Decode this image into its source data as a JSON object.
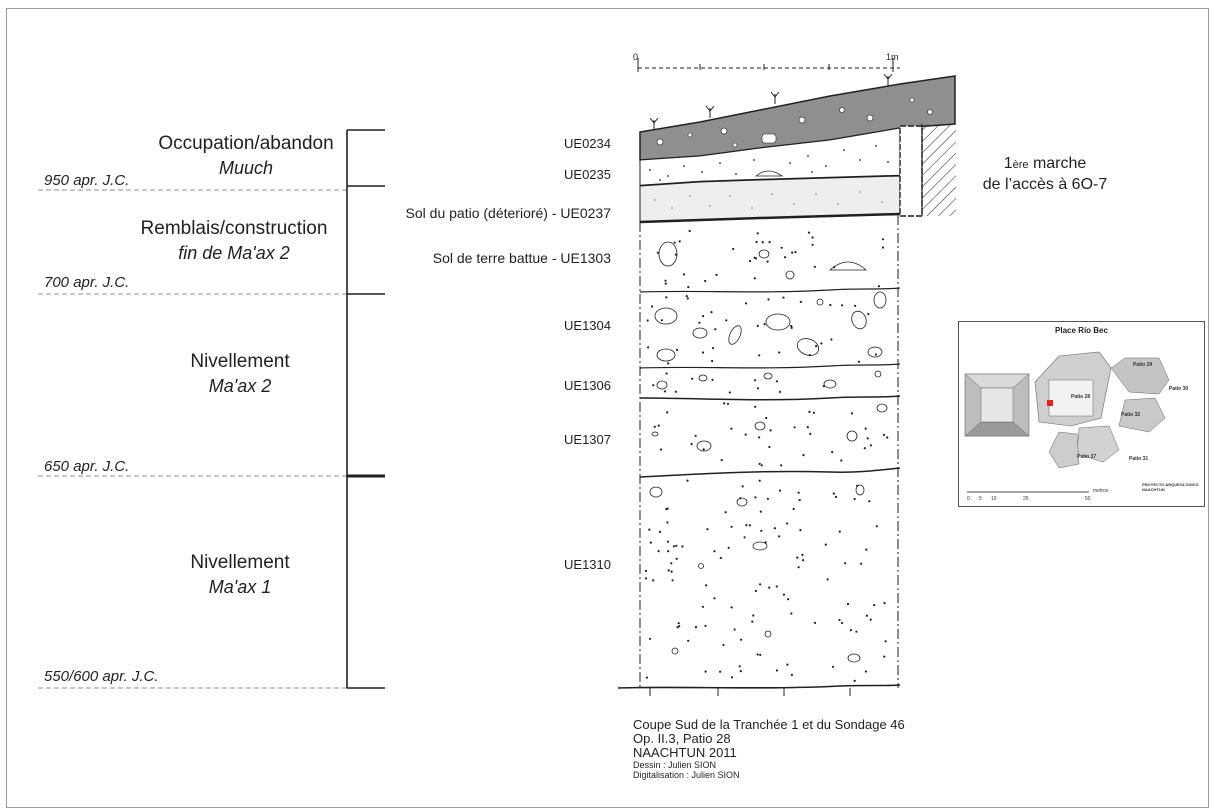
{
  "phases": [
    {
      "title": "Occupation/abandon",
      "sub": "Muuch"
    },
    {
      "title": "Remblais/construction",
      "sub": "fin de Ma'ax 2"
    },
    {
      "title": "Nivellement",
      "sub": "Ma'ax 2"
    },
    {
      "title": "Nivellement",
      "sub": "Ma'ax 1"
    }
  ],
  "dates": [
    "950 apr. J.C.",
    "700 apr. J.C.",
    "650 apr. J.C.",
    "550/600 apr. J.C."
  ],
  "layers": [
    {
      "label": "UE0234"
    },
    {
      "label": "UE0235"
    },
    {
      "label": "Sol du patio (déterioré) - UE0237"
    },
    {
      "label": "Sol de terre battue - UE1303"
    },
    {
      "label": "UE1304"
    },
    {
      "label": "UE1306"
    },
    {
      "label": "UE1307"
    },
    {
      "label": "UE1310"
    }
  ],
  "scale": {
    "start": "0",
    "end": "1m"
  },
  "step_note": {
    "num": "1",
    "sup": "ère",
    "rest": " marche",
    "line2": "de l’accès à 6O-7"
  },
  "caption": {
    "line1": "Coupe Sud de la Tranchée 1 et du Sondage 46",
    "line2": "Op. II.3, Patio 28",
    "line3": "NAACHTUN 2011",
    "line4": "Dessin : Julien SION",
    "line5": "Digitalisation : Julien SION"
  },
  "inset": {
    "title": "Place Río Bec",
    "labels": [
      "Patio 28",
      "Patio 29",
      "Patio 30",
      "Patio 31",
      "Patio 32",
      "Patio 37"
    ],
    "footer": "PROYECTO ARQUEOLÓGICO NAACHTUN",
    "scale_labels": [
      "0",
      "5",
      "10",
      "25",
      "50"
    ],
    "scale_unit": "metros"
  },
  "colors": {
    "ink": "#231f20",
    "dash": "#8c8c8c",
    "highlight": "#e1251b"
  }
}
